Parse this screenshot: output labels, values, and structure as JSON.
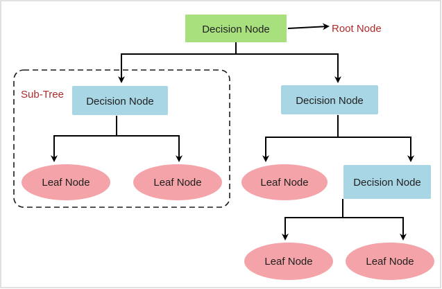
{
  "diagram": {
    "colors": {
      "root_fill": "#a8e07e",
      "decision_fill": "#a9d6e5",
      "leaf_fill": "#f4a3a8",
      "annotation": "#b02a2a",
      "edge": "#000000"
    },
    "root_label": "Root Node",
    "subtree_label": "Sub-Tree",
    "nodes": {
      "root": "Decision Node",
      "left_decision": "Decision Node",
      "right_decision": "Decision Node",
      "right_sub_decision": "Decision Node",
      "leaf_1": "Leaf Node",
      "leaf_2": "Leaf Node",
      "leaf_3": "Leaf Node",
      "leaf_4": "Leaf Node",
      "leaf_5": "Leaf Node"
    }
  }
}
